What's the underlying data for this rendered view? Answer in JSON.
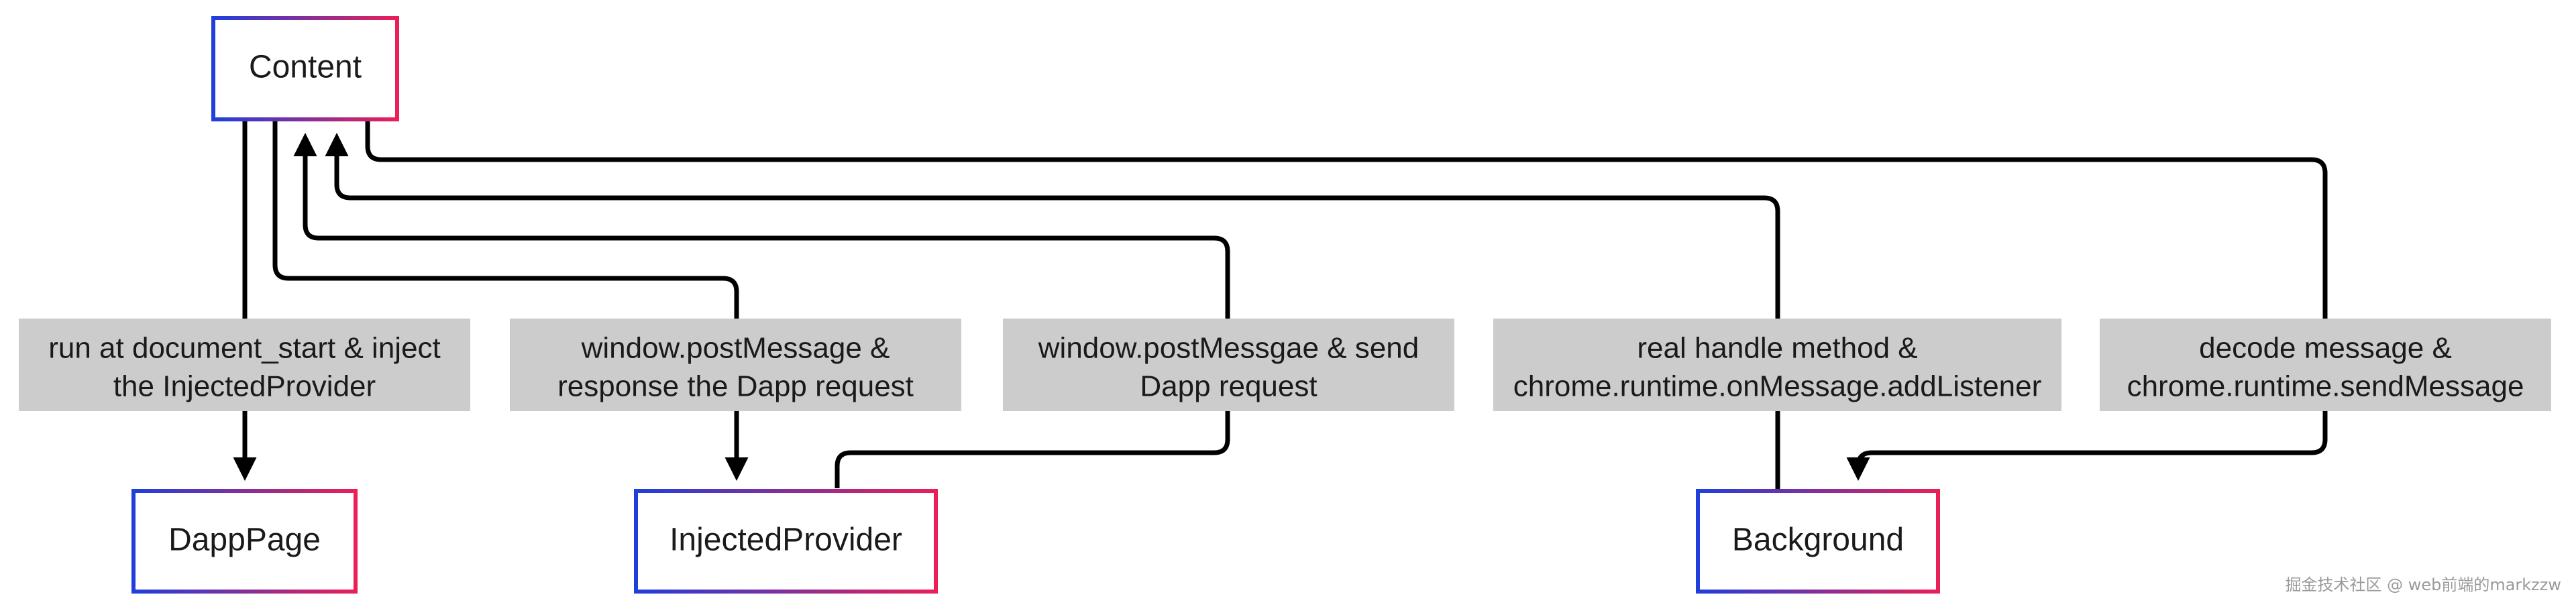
{
  "nodes": {
    "content": "Content",
    "dapp_page": "DappPage",
    "injected_provider": "InjectedProvider",
    "background": "Background"
  },
  "edges": {
    "run_at_start": [
      "run at document_start & inject",
      "the InjectedProvider"
    ],
    "window_post_response": [
      "window.postMessage &",
      "response the Dapp request"
    ],
    "window_post_send": [
      "window.postMessgae & send",
      "Dapp request"
    ],
    "real_handle": [
      "real handle method &",
      "chrome.runtime.onMessage.addListener"
    ],
    "decode_message": [
      "decode message &",
      "chrome.runtime.sendMessage"
    ]
  },
  "watermark": "掘金技术社区 @ web前端的markzzw",
  "colors": {
    "node_gradient_start": "#1f3fdc",
    "node_gradient_end": "#ea1f57",
    "edge_stroke": "#000000",
    "label_bg": "#cccccc"
  }
}
